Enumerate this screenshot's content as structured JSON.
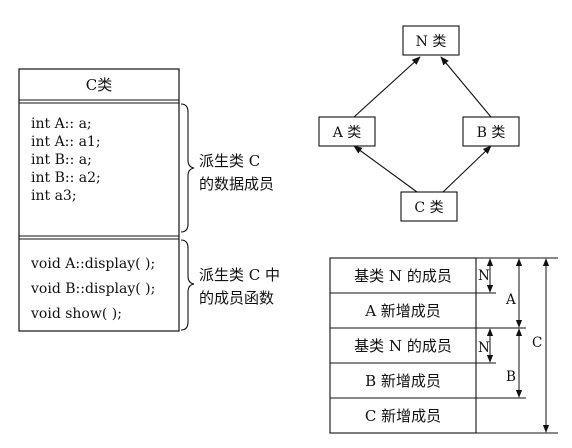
{
  "class_c_box": {
    "title": "C类",
    "data_members": [
      "int  A:: a;",
      "int  A:: a1;",
      "int  B:: a;",
      "int  B:: a2;",
      "int   a3;"
    ],
    "function_members": [
      "void  A::display( );",
      "void  B::display( );",
      "void show( );"
    ],
    "data_caption": [
      "派生类 C",
      "的数据成员"
    ],
    "function_caption": [
      "派生类 C 中",
      "的成员函数"
    ]
  },
  "inheritance_graph": {
    "nodes": {
      "n": "N 类",
      "a": "A 类",
      "b": "B 类",
      "c": "C 类"
    }
  },
  "memory_layout": {
    "blocks": [
      "基类 N 的成员",
      "A 新增成员",
      "基类 N 的成员",
      "B 新增成员",
      "C 新增成员"
    ],
    "span_labels": {
      "n1": "N",
      "a": "A",
      "n2": "N",
      "b": "B",
      "c": "C"
    }
  }
}
